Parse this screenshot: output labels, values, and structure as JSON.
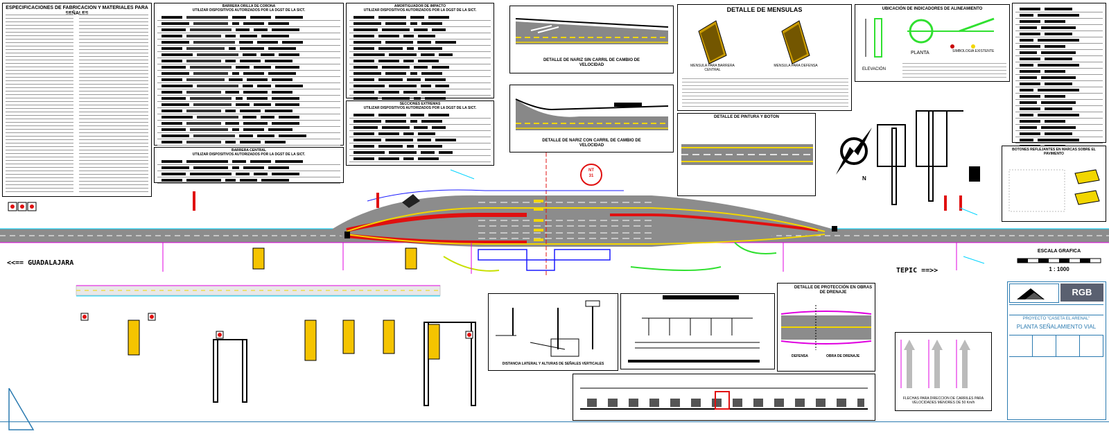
{
  "specs": {
    "title": "ESPECIFICACIONES DE FABRICACION Y MATERIALES PARA SEÑALES"
  },
  "tables": {
    "barrera_corona": {
      "title": "BARRERA ORILLA DE CORONA",
      "subtitle": "UTILIZAR DISPOSITIVOS AUTORIZADOS POR LA DGST DE LA SICT."
    },
    "barrera_central": {
      "title": "BARRERA CENTRAL",
      "subtitle": "UTILIZAR DISPOSITIVOS AUTORIZADOS POR LA DGST DE LA SICT."
    },
    "amortiguador": {
      "title": "AMORTIGUADOR DE IMPACTO",
      "subtitle": "UTILIZAR DISPOSITIVOS AUTORIZADOS POR LA DGST DE LA SICT."
    },
    "secciones": {
      "title": "SECCIONES EXTREMAS",
      "subtitle": "UTILIZAR DISPOSITIVOS AUTORIZADOS POR LA DGST DE LA SICT."
    }
  },
  "details": {
    "nariz_sin": "DETALLE DE NARIZ SIN CARRIL DE CAMBIO DE VELOCIDAD",
    "nariz_con": "DETALLE DE NARIZ CON CARRIL DE CAMBIO DE VELOCIDAD",
    "mensulas": "DETALLE DE MENSULAS",
    "mensula_barrera": "MENSULA PARA BARRERA CENTRAL",
    "mensula_defensa": "MENSULA PARA DEFENSA",
    "pintura": "DETALLE DE PINTURA Y BOTON",
    "alineamiento": "UBICACIÓN DE INDICADORES DE ALINEAMIENTO",
    "elevacion": "ELEVACIÓN",
    "planta": "PLANTA",
    "simbologia": "SIMBOLOGIA EXISTENTE",
    "botones": "BOTONES REFLEJANTES EN MARCAS SOBRE EL PAVIMENTO",
    "distancia": "DISTANCIA LATERAL Y ALTURAS DE SEÑALES VERTICALES",
    "proteccion": "DETALLE DE PROTECCIÓN EN OBRAS DE DRENAJE",
    "defensa": "DEFENSA",
    "obra_drenaje": "OBRA DE DRENAJE",
    "flechas": "FLECHAS PARA DIRECCION DE CARRILES PARA VELOCIDADES MENORES DE 50 Km/h"
  },
  "main": {
    "guadalajara": "<<== GUADALAJARA",
    "tepic": "TEPIC ==>>",
    "escala_title": "ESCALA GRAFICA",
    "escala_value": "1 : 1000",
    "nt_marker": "NT",
    "nt_number": "31",
    "north": "N"
  },
  "title_block": {
    "logo": "RGB",
    "project": "PROYECTO \"CASETA EL ARENAL\"",
    "plan_title": "PLANTA SEÑALAMIENTO VIAL"
  },
  "colors": {
    "pavement": "#8c8c8c",
    "yellow": "#f2d600",
    "red": "#e01010",
    "cyan": "#00d4ff",
    "magenta": "#e000e0",
    "green": "#30e030",
    "sign_yellow": "#f5c400",
    "blue_frame": "#2a7ab0"
  }
}
